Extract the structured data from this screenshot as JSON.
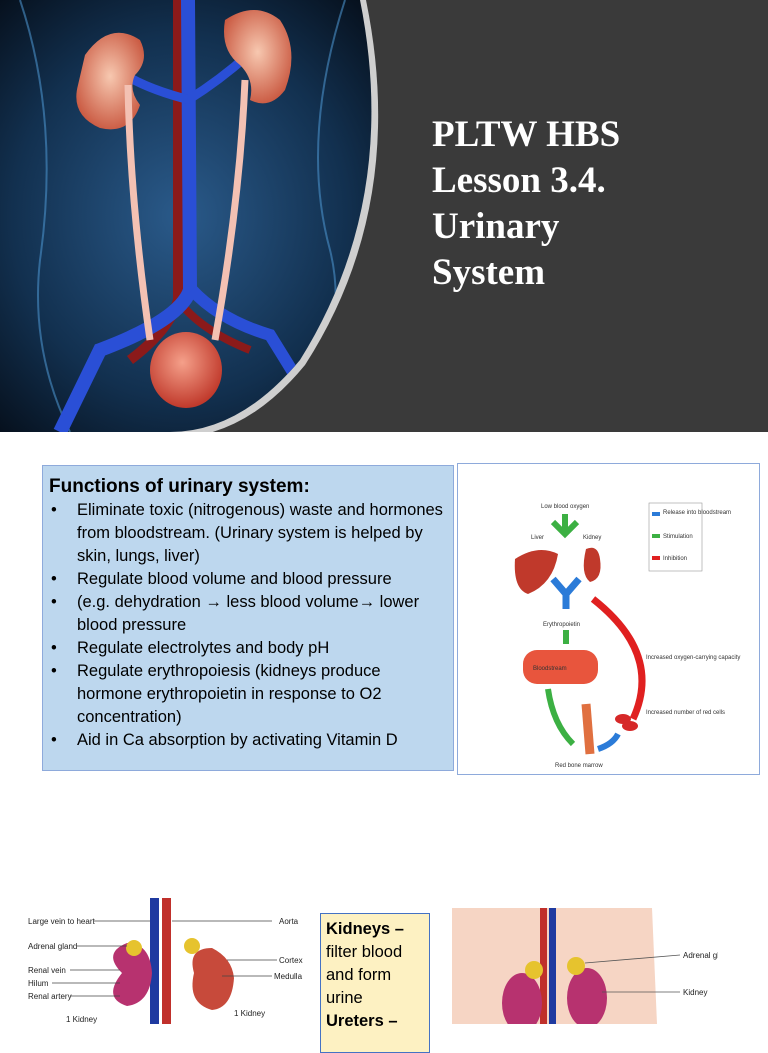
{
  "slide1": {
    "title_lines": [
      "PLTW HBS",
      "Lesson 3.4.",
      "Urinary",
      "System"
    ]
  },
  "slide2": {
    "heading": "Functions of urinary system:",
    "bullets": [
      "Eliminate toxic (nitrogenous) waste and hormones from bloodstream. (Urinary system is helped by skin, lungs, liver)",
      "Regulate blood volume and blood pressure",
      "(e.g. dehydration → less blood volume→ lower blood pressure",
      "Regulate electrolytes and body pH",
      "Regulate erythropoiesis (kidneys produce hormone erythropoietin in response to O2 concentration)",
      "Aid in Ca absorption by activating Vitamin D"
    ],
    "diagram": {
      "low_oxygen": "Low blood oxygen",
      "liver": "Liver",
      "kidney": "Kidney",
      "erythropoietin": "Erythropoietin",
      "bloodstream": "Bloodstream",
      "red_bone_marrow": "Red bone marrow",
      "legend": [
        "Release into bloodstream",
        "Stimulation",
        "Inhibition"
      ],
      "increased_capacity": "Increased oxygen-carrying capacity",
      "increased_cells": "Increased number of red cells",
      "colors": {
        "release": "#2b7bd8",
        "stimulation": "#3cb043",
        "inhibition": "#e02020"
      }
    }
  },
  "slide3": {
    "left_labels": [
      "Large vein to heart",
      "Adrenal gland",
      "Renal vein",
      "Hilum",
      "Renal artery",
      "1 Kidney"
    ],
    "right_labels": [
      "Aorta",
      "Cortex",
      "Medulla",
      "1 Kidney"
    ],
    "text_box": [
      "Kidneys –",
      "filter blood",
      "and form",
      "urine",
      "Ureters –"
    ],
    "body_labels": [
      "Adrenal gland",
      "Kidney"
    ]
  }
}
